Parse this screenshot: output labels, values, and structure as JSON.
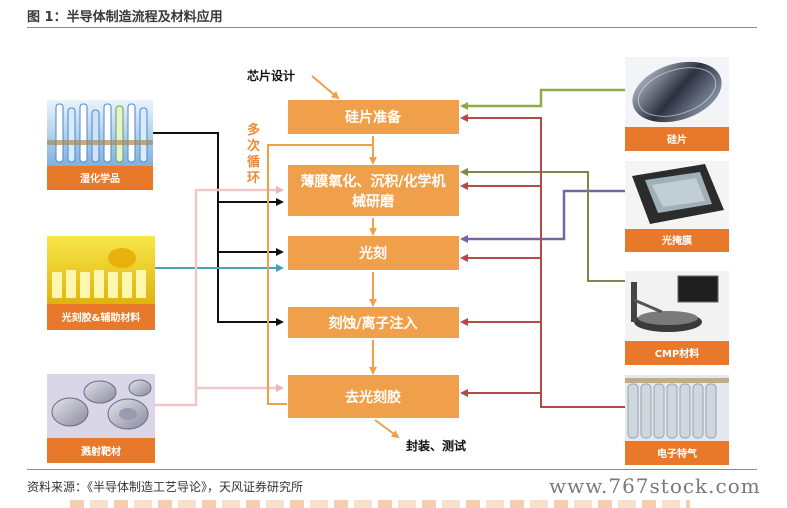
{
  "figure": {
    "title": "图 1：半导体制造流程及材料应用",
    "source": "资料来源：《半导体制造工艺导论》，天风证券研究所",
    "watermark": "www.767stock.com"
  },
  "process": {
    "start_label": "芯片设计",
    "end_label": "封装、测试",
    "loop_label": [
      "多",
      "次",
      "循",
      "环"
    ],
    "steps": [
      {
        "lines": [
          "硅片准备"
        ]
      },
      {
        "lines": [
          "薄膜氧化、沉积/化学机",
          "械研磨"
        ]
      },
      {
        "lines": [
          "光刻"
        ]
      },
      {
        "lines": [
          "刻蚀/离子注入"
        ]
      },
      {
        "lines": [
          "去光刻胶"
        ]
      }
    ]
  },
  "materials_left": [
    {
      "label": "湿化学品",
      "icon": "test-tubes-icon"
    },
    {
      "label": "光刻胶&辅助材料",
      "icon": "photoresist-bottles-icon"
    },
    {
      "label": "溅射靶材",
      "icon": "sputtering-target-icon"
    }
  ],
  "materials_right": [
    {
      "label": "硅片",
      "icon": "silicon-wafer-icon"
    },
    {
      "label": "光掩膜",
      "icon": "photomask-icon"
    },
    {
      "label": "CMP材料",
      "icon": "cmp-machine-icon"
    },
    {
      "label": "电子特气",
      "icon": "gas-cylinders-icon"
    }
  ],
  "colors": {
    "step_fill": "#f0a04b",
    "step_arrow": "#f0a04b",
    "label_fill": "#e8782a",
    "black_line": "#111111",
    "teal_line": "#4aa3b5",
    "pink_line": "#f0c8c8",
    "green_line": "#8bab4d",
    "purple_line": "#7a62a8",
    "olive_line": "#7a8a4a",
    "red_line": "#b24a4a",
    "loop_text": "#ee8a3c"
  }
}
